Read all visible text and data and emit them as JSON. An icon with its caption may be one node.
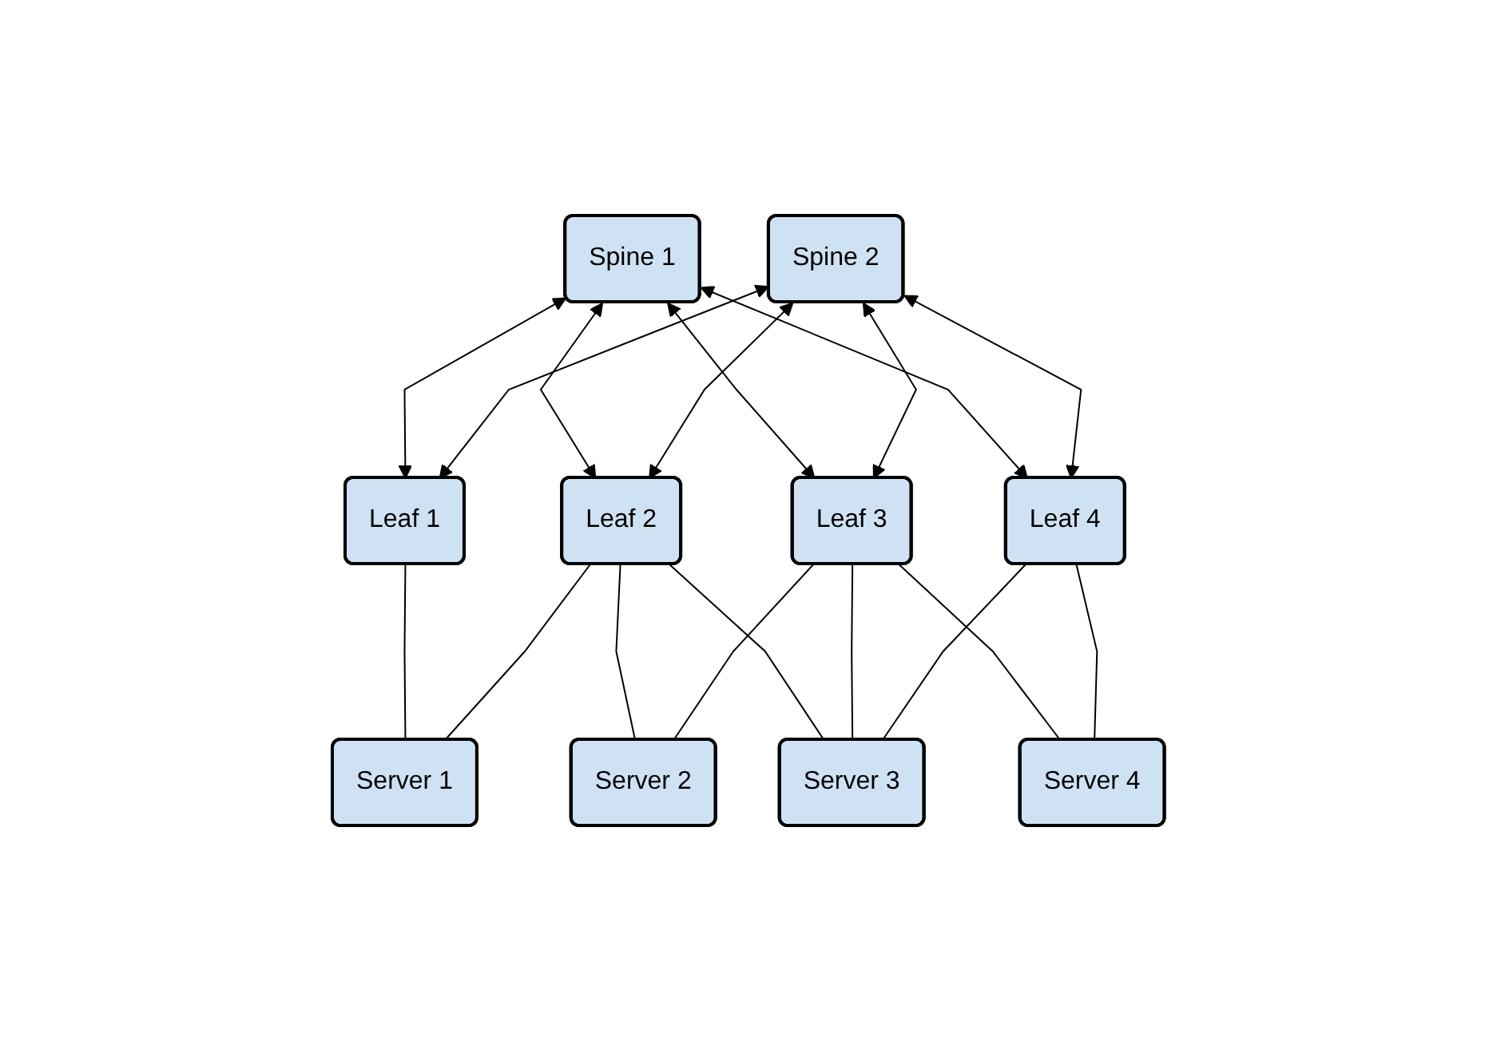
{
  "diagram": {
    "nodes": [
      {
        "text": [
          "Spine 1"
        ]
      },
      {
        "text": [
          "Spine 2"
        ]
      },
      {
        "text": [
          "Leaf 1"
        ]
      },
      {
        "text": [
          "Leaf 2"
        ]
      },
      {
        "text": [
          "Leaf 3"
        ]
      },
      {
        "text": [
          "Leaf 4"
        ]
      },
      {
        "text": [
          "Server 1"
        ]
      },
      {
        "text": [
          "Server 2"
        ]
      },
      {
        "text": [
          "Server 3"
        ]
      },
      {
        "text": [
          "Server 4"
        ]
      }
    ],
    "edges": [
      {
        "from": 0,
        "to": 2,
        "arrow": "both"
      },
      {
        "from": 0,
        "to": 3,
        "arrow": "both"
      },
      {
        "from": 0,
        "to": 4,
        "arrow": "both"
      },
      {
        "from": 0,
        "to": 5,
        "arrow": "both"
      },
      {
        "from": 1,
        "to": 2,
        "arrow": "both"
      },
      {
        "from": 1,
        "to": 3,
        "arrow": "both"
      },
      {
        "from": 1,
        "to": 4,
        "arrow": "both"
      },
      {
        "from": 1,
        "to": 5,
        "arrow": "both"
      },
      {
        "from": 2,
        "to": 6,
        "arrow": "none"
      },
      {
        "from": 3,
        "to": 6,
        "arrow": "none"
      },
      {
        "from": 3,
        "to": 7,
        "arrow": "none"
      },
      {
        "from": 3,
        "to": 8,
        "arrow": "none"
      },
      {
        "from": 4,
        "to": 7,
        "arrow": "none"
      },
      {
        "from": 4,
        "to": 8,
        "arrow": "none"
      },
      {
        "from": 4,
        "to": 9,
        "arrow": "none"
      },
      {
        "from": 5,
        "to": 8,
        "arrow": "none"
      },
      {
        "from": 5,
        "to": 9,
        "arrow": "none"
      }
    ]
  }
}
